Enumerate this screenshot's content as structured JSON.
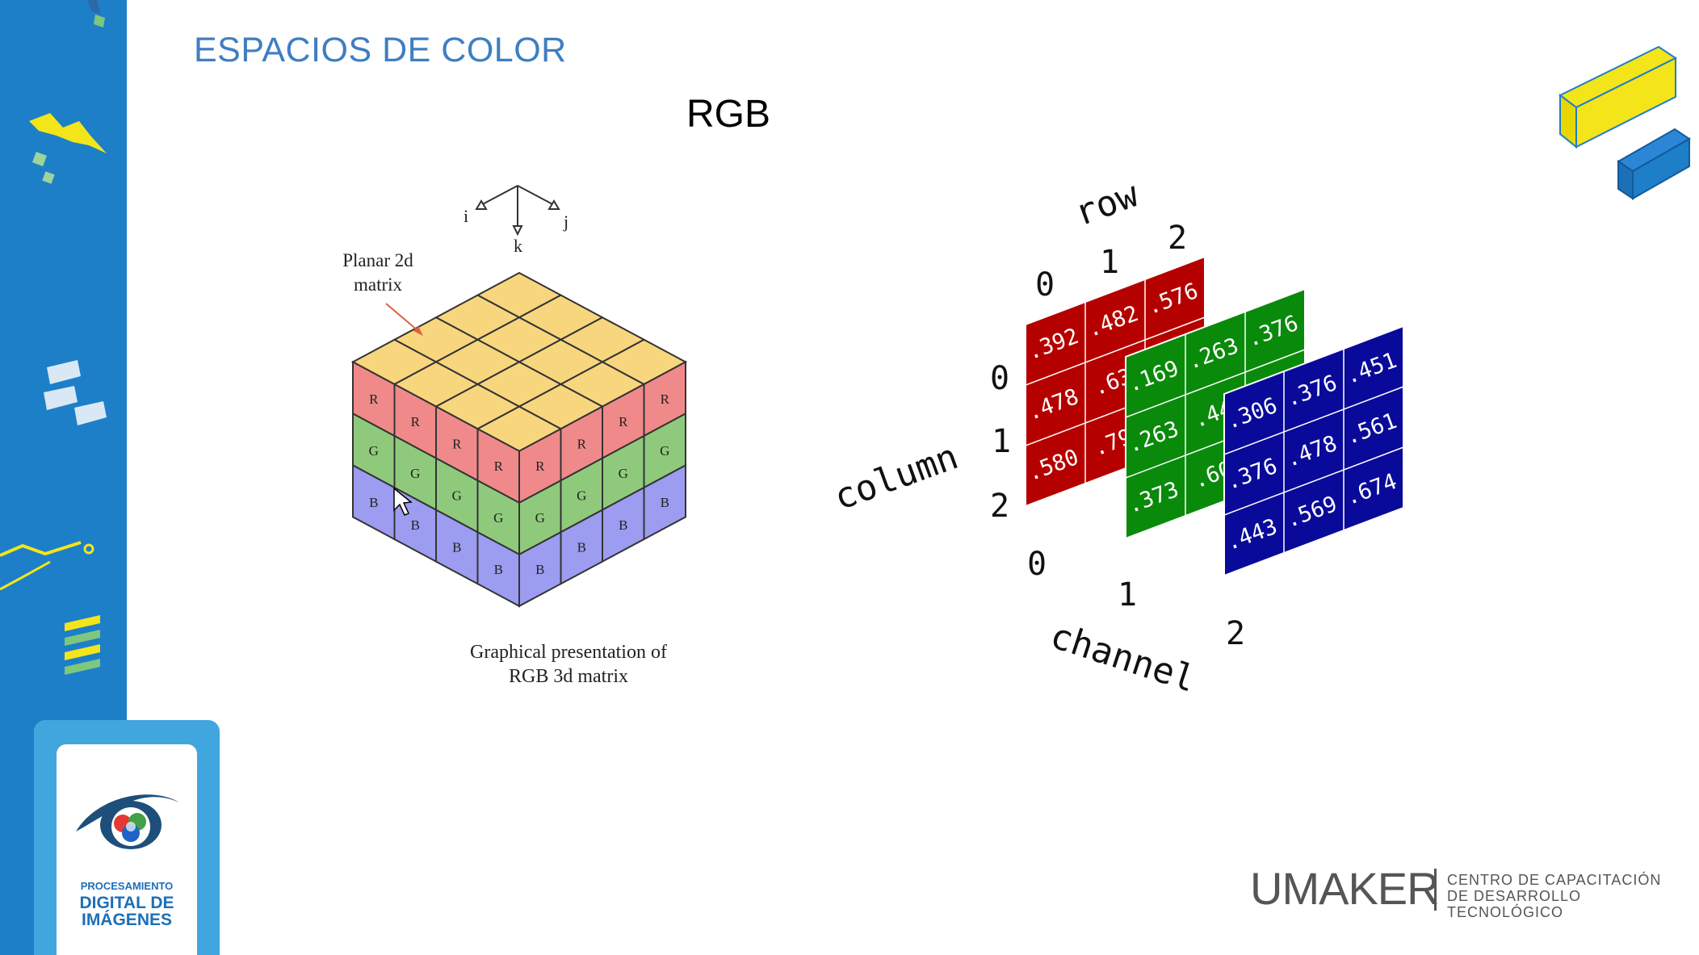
{
  "slide": {
    "title": "ESPACIOS DE COLOR",
    "subtitle": "RGB"
  },
  "left_figure": {
    "axes": {
      "i": "i",
      "j": "j",
      "k": "k"
    },
    "callout": [
      "Planar 2d",
      "matrix"
    ],
    "cell_labels": {
      "red": "R",
      "green": "G",
      "blue": "B"
    },
    "caption": [
      "Graphical presentation of",
      "RGB 3d matrix"
    ],
    "colors": {
      "red": "#f08a8a",
      "green": "#8fca7c",
      "blue": "#9c9cf0",
      "top": "#f8d67e",
      "arrow": "#e0603a"
    }
  },
  "right_figure": {
    "row_label": "row",
    "column_label": "column",
    "channel_label": "channel",
    "row_ticks": [
      "0",
      "1",
      "2"
    ],
    "column_ticks": [
      "0",
      "1",
      "2"
    ],
    "channel_ticks": [
      "0",
      "1",
      "2"
    ],
    "planes": [
      {
        "name": "red",
        "color": "#b50000",
        "rows": [
          [
            ".392",
            ".482",
            ".576"
          ],
          [
            ".478",
            ".63",
            ""
          ],
          [
            ".580",
            ".79",
            ""
          ]
        ]
      },
      {
        "name": "green",
        "color": "#0a8a0a",
        "rows": [
          [
            ".169",
            ".263",
            ".376"
          ],
          [
            ".263",
            ".44",
            ""
          ],
          [
            ".373",
            ".60",
            ""
          ]
        ]
      },
      {
        "name": "blue",
        "color": "#0a0a9a",
        "rows": [
          [
            ".306",
            ".376",
            ".451"
          ],
          [
            ".376",
            ".478",
            ".561"
          ],
          [
            ".443",
            ".569",
            ".674"
          ]
        ]
      }
    ]
  },
  "logo": {
    "line1": "PROCESAMIENTO",
    "line2": "DIGITAL DE",
    "line3": "IMÁGENES"
  },
  "footer": {
    "brand": "UMAKER",
    "desc_line1": "CENTRO DE CAPACITACIÓN",
    "desc_line2": "DE DESARROLLO TECNOLÓGICO"
  },
  "colors": {
    "sidebar": "#1d7fc8",
    "title": "#3f7ec1",
    "accent_yellow": "#f3e51a"
  }
}
